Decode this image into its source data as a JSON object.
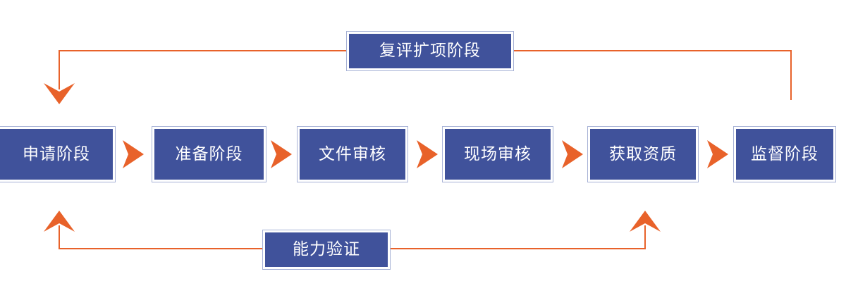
{
  "diagram": {
    "title_alt": "认证流程图",
    "colors": {
      "box_fill": "#40529b",
      "box_border": "#a7b2d6",
      "connector": "#e8622a",
      "chevron": "#e8622a",
      "text": "#ffffff",
      "background": "#ffffff"
    },
    "stages": [
      {
        "id": "apply",
        "label": "申请阶段"
      },
      {
        "id": "prepare",
        "label": "准备阶段"
      },
      {
        "id": "doc-review",
        "label": "文件审核"
      },
      {
        "id": "site-audit",
        "label": "现场审核"
      },
      {
        "id": "qualify",
        "label": "获取资质"
      },
      {
        "id": "supervise",
        "label": "监督阶段"
      }
    ],
    "chevrons": [
      {
        "id": "chevron-1",
        "between": "申请阶段 → 准备阶段"
      },
      {
        "id": "chevron-2",
        "between": "准备阶段 → 文件审核"
      },
      {
        "id": "chevron-3",
        "between": "文件审核 → 现场审核"
      },
      {
        "id": "chevron-4",
        "between": "现场审核 → 获取资质"
      },
      {
        "id": "chevron-5",
        "between": "获取资质 → 监督阶段"
      }
    ],
    "feedback_top": {
      "id": "re-evaluation",
      "label": "复评扩项阶段",
      "from": "监督阶段",
      "to": "申请阶段"
    },
    "feedback_bottom": {
      "id": "capability-verification",
      "label": "能力验证",
      "from": "获取资质",
      "to": "申请阶段"
    }
  }
}
